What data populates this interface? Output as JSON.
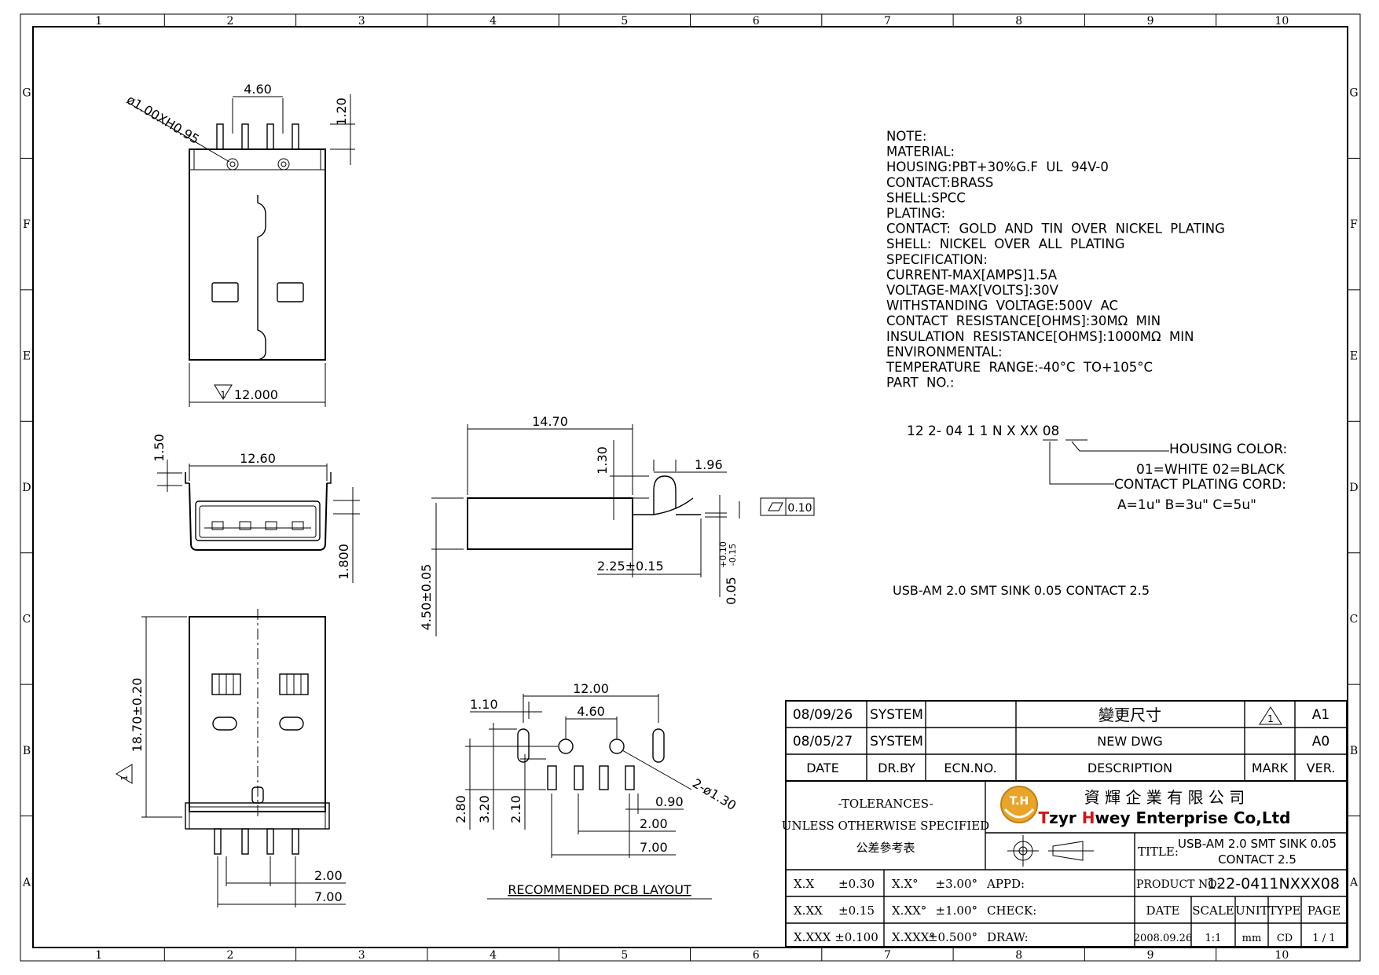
{
  "border": {
    "columns": [
      "1",
      "2",
      "3",
      "4",
      "5",
      "6",
      "7",
      "8",
      "9",
      "10"
    ],
    "rows": [
      "G",
      "F",
      "E",
      "D",
      "C",
      "B",
      "A"
    ]
  },
  "notes": [
    "NOTE:",
    "MATERIAL:",
    "HOUSING:PBT+30%G.F  UL  94V-0",
    "CONTACT:BRASS",
    "SHELL:SPCC",
    "PLATING:",
    "CONTACT:  GOLD  AND  TIN  OVER  NICKEL  PLATING",
    "SHELL:  NICKEL  OVER  ALL  PLATING",
    "SPECIFICATION:",
    "CURRENT-MAX[AMPS]1.5A",
    "VOLTAGE-MAX[VOLTS]:30V",
    "WITHSTANDING  VOLTAGE:500V  AC",
    "CONTACT  RESISTANCE[OHMS]:30MΩ  MIN",
    "INSULATION  RESISTANCE[OHMS]:1000MΩ  MIN",
    "ENVIRONMENTAL:",
    "TEMPERATURE  RANGE:-40°C  TO+105°C",
    "PART  NO.:"
  ],
  "part_code": {
    "code": "12  2-  04  1  1  N  X  XX  08",
    "housing_color_label": "HOUSING  COLOR:",
    "housing_color_values": "01=WHITE  02=BLACK",
    "plating_label": "CONTACT  PLATING  CORD:",
    "plating_values": "A=1u\"   B=3u\"   C=5u\""
  },
  "product_desc": "USB-AM 2.0 SMT SINK 0.05 CONTACT 2.5",
  "dims": {
    "top_pitch": "4.60",
    "hole": "ø1.00XH0.95",
    "pin_len": "1.20",
    "width_12": "12.000",
    "side_150": "1.50",
    "side_1260": "12.60",
    "side_1800": "1.800",
    "len_1470": "14.70",
    "h_130": "1.30",
    "h_196": "1.96",
    "flat": "0.10",
    "tail": "2.25±0.15",
    "sink": "0.05",
    "sink_tol_up": "+0.10",
    "sink_tol_dn": "-0.15",
    "height": "4.50±0.05",
    "len_1870": "18.70±0.20",
    "bot_200": "2.00",
    "bot_700": "7.00",
    "pcb_1200": "12.00",
    "pcb_110": "1.10",
    "pcb_460": "4.60",
    "pcb_holes": "2-ø1.30",
    "pcb_090": "0.90",
    "pcb_200": "2.00",
    "pcb_700": "7.00",
    "pcb_280": "2.80",
    "pcb_320": "3.20",
    "pcb_210": "2.10",
    "pcb_title": "RECOMMENDED  PCB  LAYOUT"
  },
  "title_block": {
    "revisions": [
      {
        "date": "08/09/26",
        "by": "SYSTEM",
        "ecn": "",
        "desc": "變更尺寸",
        "mark": "1",
        "ver": "A1"
      },
      {
        "date": "08/05/27",
        "by": "SYSTEM",
        "ecn": "",
        "desc": "NEW  DWG",
        "mark": "",
        "ver": "A0"
      }
    ],
    "headers": {
      "date": "DATE",
      "by": "DR.BY",
      "ecn": "ECN.NO.",
      "desc": "DESCRIPTION",
      "mark": "MARK",
      "ver": "VER."
    },
    "tolerances": [
      "-TOLERANCES-",
      "UNLESS OTHERWISE SPECIFIED",
      "公差參考表"
    ],
    "company_cn": "資 輝 企 業 有 限 公 司",
    "company_en_1": "T",
    "company_en_2": "zyr ",
    "company_en_3": "H",
    "company_en_4": "wey Enterprise Co,Ltd",
    "logo_text": "T.H",
    "title_label": "TITLE:",
    "title_line1": "USB-AM 2.0 SMT SINK 0.05",
    "title_line2": "CONTACT 2.5",
    "tol_rows": [
      [
        "X.X",
        "±0.30",
        "X.X°",
        "±3.00°"
      ],
      [
        "X.XX",
        "±0.15",
        "X.XX°",
        "±1.00°"
      ],
      [
        "X.XXX",
        "±0.100",
        "X.XXX°",
        "±0.500°"
      ]
    ],
    "appd": "APPD:",
    "check": "CHECK:",
    "draw": "DRAW:",
    "product_no_label": "PRODUCT NO:",
    "product_no": "122-0411NXXX08",
    "info_headers": [
      "DATE",
      "SCALE",
      "UNIT",
      "TYPE",
      "PAGE"
    ],
    "info_values": [
      "2008.09.26",
      "1:1",
      "mm",
      "CD",
      "1 / 1"
    ]
  }
}
